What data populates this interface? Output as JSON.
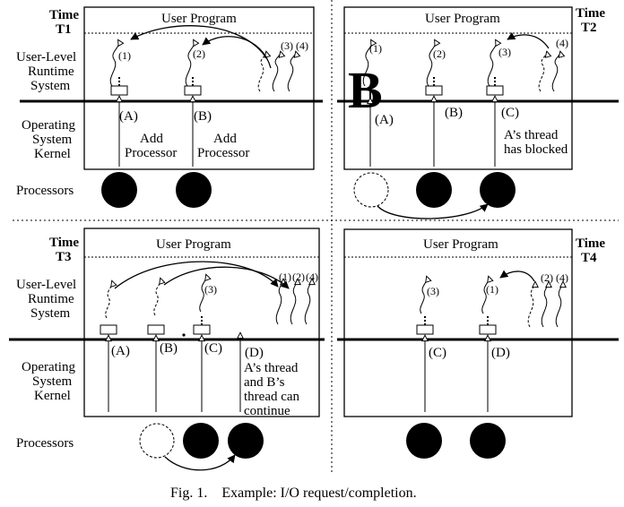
{
  "panels": {
    "t1": {
      "time_word": "Time",
      "time_id": "T1",
      "title": "User Program",
      "threads": [
        "(1)",
        "(2)",
        "(3)",
        "(4)"
      ],
      "processes": [
        "(A)",
        "(B)"
      ],
      "note_a": [
        "Add",
        "Processor"
      ],
      "note_b": [
        "Add",
        "Processor"
      ]
    },
    "t2": {
      "time_word": "Time",
      "time_id": "T2",
      "title": "User Program",
      "threads": [
        "(1)",
        "(2)",
        "(3)",
        "(4)"
      ],
      "processes": [
        "(A)",
        "(B)",
        "(C)"
      ],
      "note": [
        "A’s thread",
        "has blocked"
      ],
      "big_letter": "B"
    },
    "t3": {
      "time_word": "Time",
      "time_id": "T3",
      "title": "User Program",
      "threads": [
        "(1)",
        "(2)",
        "(4)",
        "(3)"
      ],
      "processes": [
        "(A)",
        "(B)",
        "(C)",
        "(D)"
      ],
      "note": [
        "A’s thread",
        "and B’s",
        "thread can",
        "continue"
      ]
    },
    "t4": {
      "time_word": "Time",
      "time_id": "T4",
      "title": "User Program",
      "threads": [
        "(3)",
        "(1)",
        "(2)",
        "(4)"
      ],
      "processes": [
        "(C)",
        "(D)"
      ]
    }
  },
  "row_labels": {
    "runtime": [
      "User-Level",
      "Runtime",
      "System"
    ],
    "kernel": [
      "Operating",
      "System",
      "Kernel"
    ],
    "processors_top": "Processors",
    "processors_bottom": "Processors"
  },
  "caption": "Fig. 1.    Example: I/O request/completion."
}
